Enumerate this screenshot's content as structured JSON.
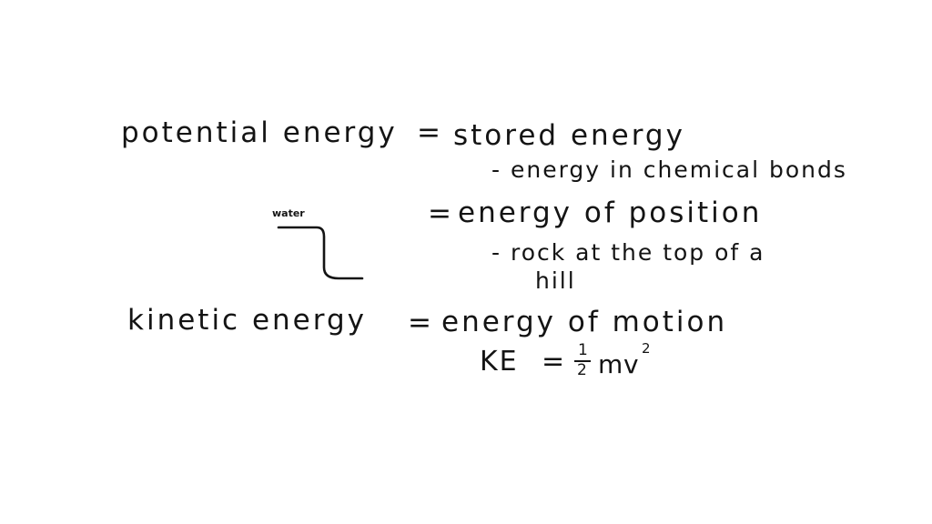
{
  "notes": {
    "potential": {
      "term": "potential energy",
      "equals_1": "=",
      "definition_1": "stored energy",
      "example_1": "- energy in chemical bonds",
      "equals_2": "=",
      "definition_2": "energy of position",
      "example_2_line1": "- rock at the top of a",
      "example_2_line2": "hill"
    },
    "sketch": {
      "label": "water",
      "icon": "water-drop-sketch"
    },
    "kinetic": {
      "term": "kinetic energy",
      "equals": "=",
      "definition": "energy of motion",
      "formula": {
        "lhs": "KE",
        "equals": "=",
        "fraction_numerator": "1",
        "fraction_denominator": "2",
        "mass": "m",
        "velocity": "v",
        "exponent": "2"
      }
    }
  },
  "colors": {
    "ink": "#141414",
    "background": "#ffffff"
  }
}
